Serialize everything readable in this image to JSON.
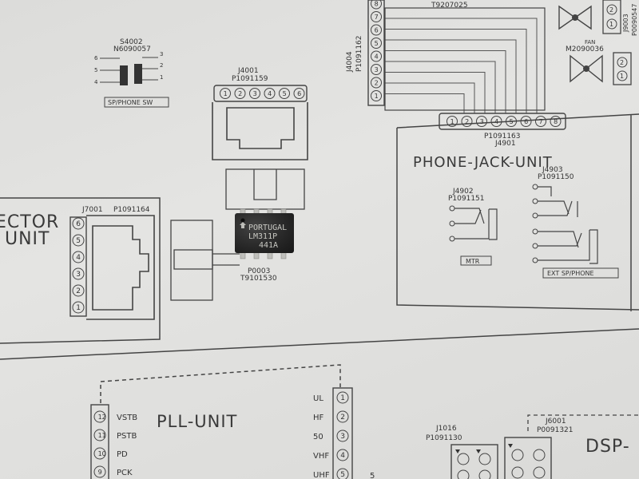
{
  "image": {
    "description_labels": {
      "switch": {
        "ref": "S4002",
        "part": "N6090057",
        "caption": "SP/PHONE SW",
        "pins_left": [
          "6",
          "5",
          "4"
        ],
        "pins_right": [
          "3",
          "2",
          "1"
        ]
      },
      "j4001": {
        "ref": "J4001",
        "part": "P1091159",
        "pins": [
          "1",
          "2",
          "3",
          "4",
          "5",
          "6"
        ]
      },
      "j4004": {
        "ref": "J4004",
        "part": "P1091162",
        "pins": [
          "1",
          "2",
          "3",
          "4",
          "5",
          "6",
          "7",
          "8"
        ]
      },
      "top_connector": {
        "part": "T9207025"
      },
      "fan": {
        "label": "FAN",
        "part": "M2090036",
        "pins": [
          "1",
          "2"
        ]
      },
      "right_edge": {
        "ref": "J9003",
        "part": "P0090547"
      },
      "phone_jack": {
        "title": "PHONE-JACK-UNIT",
        "conn_ref": "J4901",
        "conn_part": "P1091163",
        "conn_pins": [
          "1",
          "2",
          "3",
          "4",
          "5",
          "6",
          "7",
          "8"
        ],
        "j4902": {
          "ref": "J4902",
          "part": "P1091151",
          "caption": "MTR"
        },
        "j4903": {
          "ref": "J4903",
          "part": "P1091150",
          "caption": "EXT SP/PHONE"
        }
      },
      "connector_unit": {
        "title_line1": "ECTOR",
        "title_line2": "UNIT",
        "ref": "J7001",
        "part": "P1091164",
        "pins": [
          "1",
          "2",
          "3",
          "4",
          "5",
          "6"
        ]
      },
      "p0003": {
        "ref": "P0003",
        "part": "T9101530"
      },
      "chip": {
        "line1": "PORTUGAL",
        "line2": "LM311P",
        "line3": "441A"
      },
      "pll": {
        "title": "PLL-UNIT",
        "left_pins": [
          "12",
          "11",
          "10",
          "9"
        ],
        "left_signals": [
          "VSTB",
          "PSTB",
          "PD",
          "PCK"
        ],
        "right_pins": [
          "1",
          "2",
          "3",
          "4",
          "5"
        ],
        "right_signals": [
          "UL",
          "HF",
          "50",
          "VHF",
          "UHF"
        ],
        "edge_num": "5"
      },
      "j1016": {
        "ref": "J1016",
        "part": "P1091130"
      },
      "j6001": {
        "ref": "J6001",
        "part": "P0091321"
      },
      "dsp": {
        "title": "DSP-"
      }
    }
  }
}
